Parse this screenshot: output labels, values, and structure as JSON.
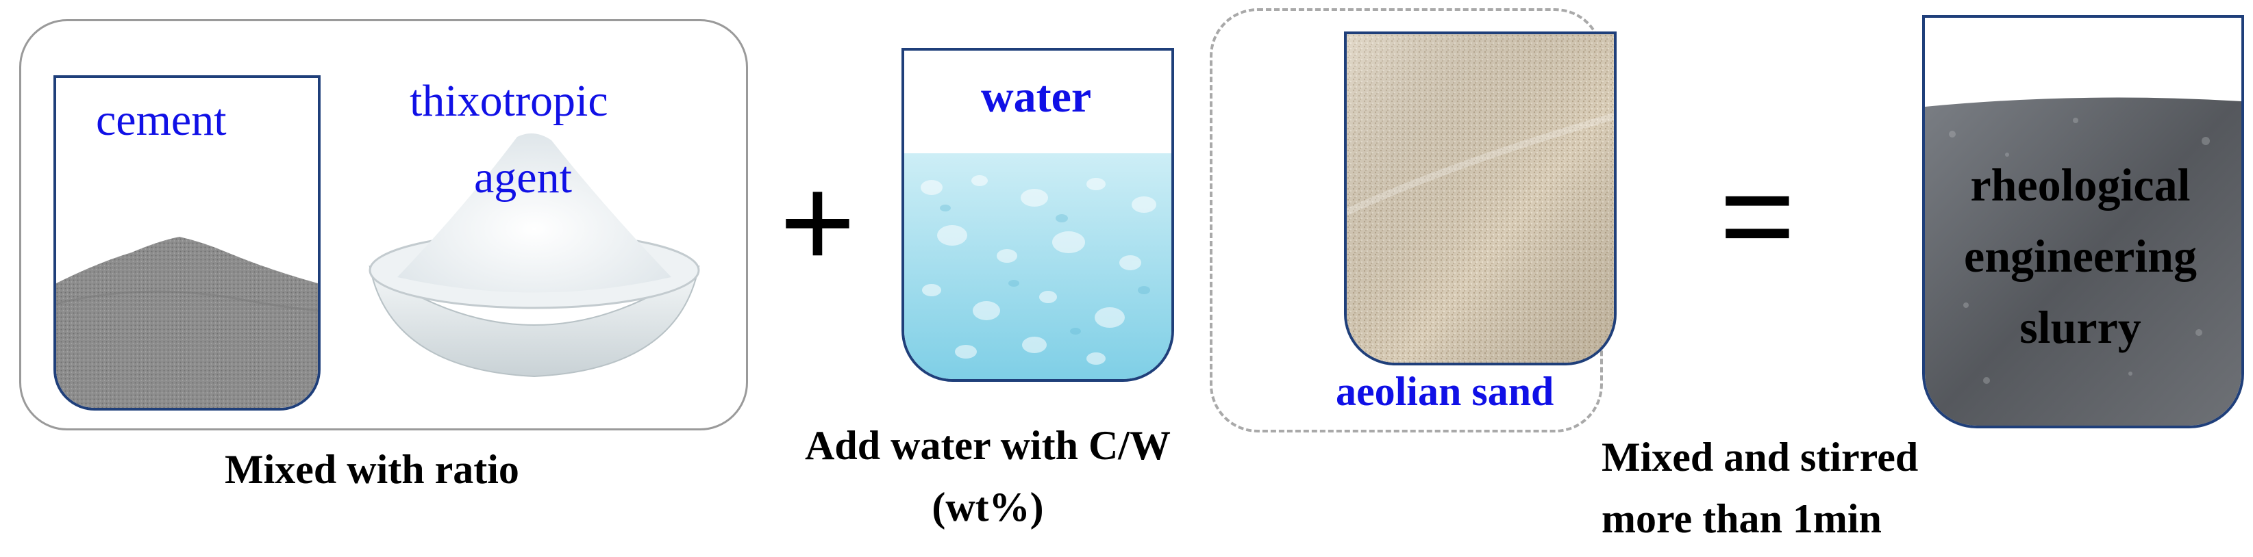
{
  "ingredients": {
    "cement_label": "cement",
    "thixotropic_label_line1": "thixotropic",
    "thixotropic_label_line2": "agent",
    "water_label": "water",
    "sand_label": "aeolian sand"
  },
  "operators": {
    "plus1": "+",
    "plus2": "+",
    "equals": "="
  },
  "result": {
    "line1": "rheological",
    "line2": "engineering",
    "line3": "slurry"
  },
  "captions": {
    "mix_ratio": "Mixed with ratio",
    "add_water_line1": "Add water with C/W",
    "add_water_line2": "(wt%)",
    "stirred_line1": "Mixed and stirred",
    "stirred_line2": "more than 1min"
  },
  "colors": {
    "label_blue": "#1010e6",
    "beaker_border": "#1f3f7a",
    "water": "#8fd3e8",
    "sand": "#d8cbb6",
    "slurry": "#5a5c60",
    "cement": "#8c8c8c"
  }
}
